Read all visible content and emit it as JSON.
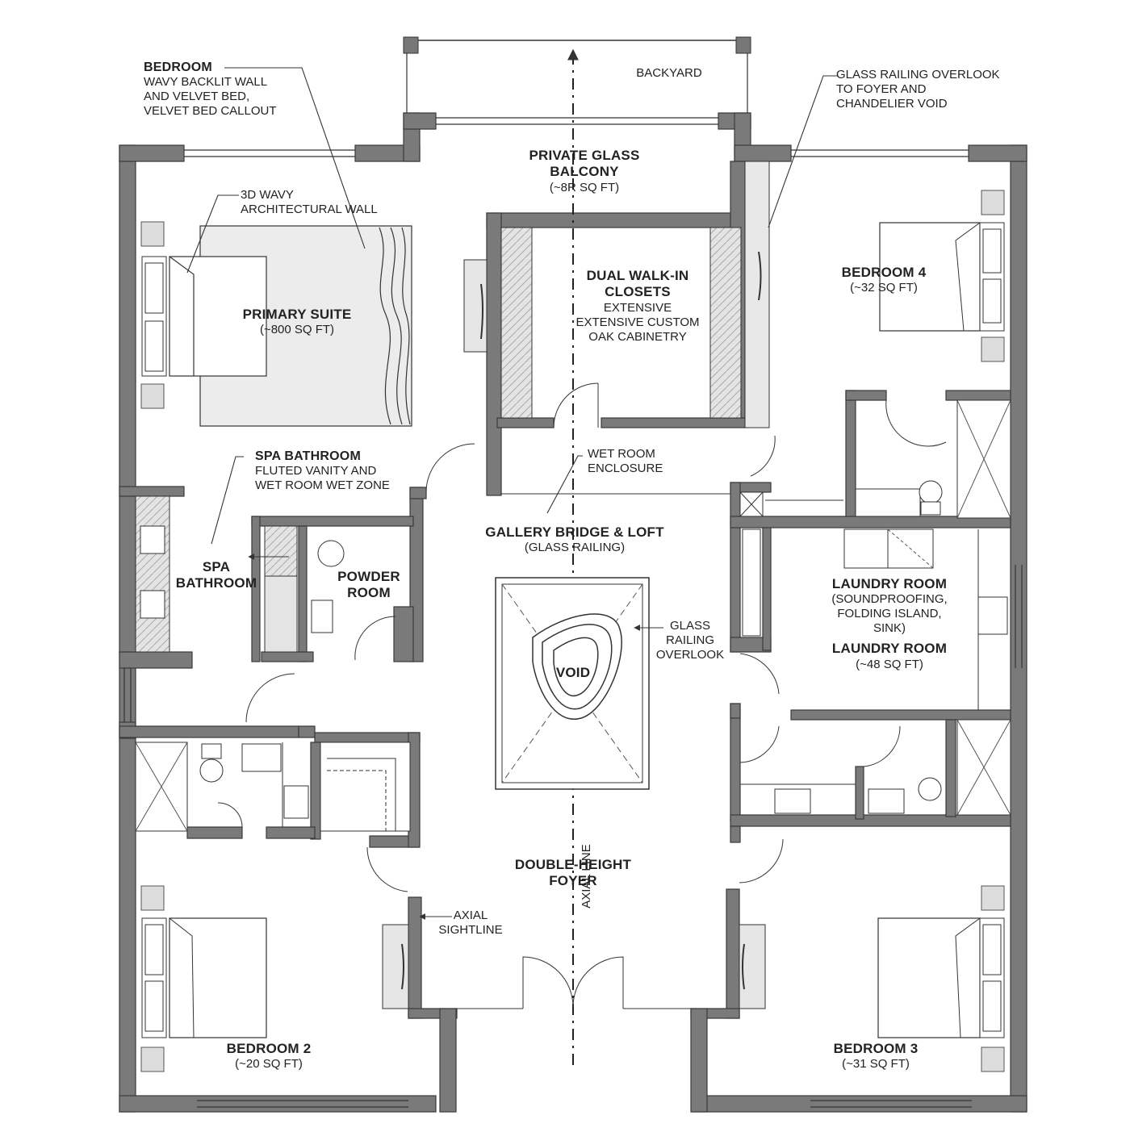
{
  "top": {
    "backyard": "BACKYARD",
    "balcony": {
      "title": [
        "PRIVATE GLASS",
        "BALCONY"
      ],
      "area": "(~8R SQ FT)"
    }
  },
  "callouts": {
    "bedroom_note": {
      "title": "BEDROOM",
      "lines": [
        "WAVY BACKLIT WALL",
        "AND VELVET BED,",
        "VELVET BED CALLOUT"
      ]
    },
    "glass_overlook_top": {
      "lines": [
        "GLASS RAILING OVERLOOK",
        "TO FOYER AND",
        "CHANDELIER VOID"
      ]
    },
    "wavy_wall": {
      "lines": [
        "3D WAVY",
        "ARCHITECTURAL WALL"
      ]
    },
    "spa_note": {
      "title": "SPA BATHROOM",
      "lines": [
        "FLUTED VANITY AND",
        "WET ROOM WET ZONE"
      ]
    },
    "wet_room": {
      "lines": [
        "WET ROOM",
        "ENCLOSURE"
      ]
    },
    "glass_overlook_void": {
      "lines": [
        "GLASS",
        "RAILING",
        "OVERLOOK"
      ]
    },
    "axial_sightline": {
      "lines": [
        "AXIAL",
        "SIGHTLINE"
      ]
    },
    "axial_line": "AXIAL LINE"
  },
  "rooms": {
    "primary": {
      "title": "PRIMARY SUITE",
      "area": "(~800 SQ FT)"
    },
    "closets": {
      "title": [
        "DUAL WALK-IN",
        "CLOSETS"
      ],
      "lines": [
        "EXTENSIVE",
        "EXTENSIVE CUSTOM",
        "OAK CABINETRY"
      ]
    },
    "bedroom4": {
      "title": "BEDROOM 4",
      "area": "(~32 SQ FT)"
    },
    "gallery": {
      "title": "GALLERY BRIDGE & LOFT",
      "sub": "(GLASS RAILING)"
    },
    "spa": {
      "title": [
        "SPA",
        "BATHROOM"
      ]
    },
    "powder": {
      "title": [
        "POWDER",
        "ROOM"
      ]
    },
    "void": {
      "title": "VOID"
    },
    "laundry": {
      "title": "LAUNDRY ROOM",
      "lines": [
        "(SOUNDPROOFING,",
        "FOLDING ISLAND,",
        "SINK)"
      ],
      "title2": "LAUNDRY ROOM",
      "area": "(~48 SQ FT)"
    },
    "foyer": {
      "title": [
        "DOUBLE-HEIGHT",
        "FOYER"
      ]
    },
    "bedroom2": {
      "title": "BEDROOM 2",
      "area": "(~20 SQ FT)"
    },
    "bedroom3": {
      "title": "BEDROOM 3",
      "area": "(~31 SQ FT)"
    }
  },
  "colors": {
    "wall": "#7a7a7a",
    "wall_edge": "#3a3a3a",
    "line": "#333333",
    "furniture": "#dcdcdc"
  }
}
